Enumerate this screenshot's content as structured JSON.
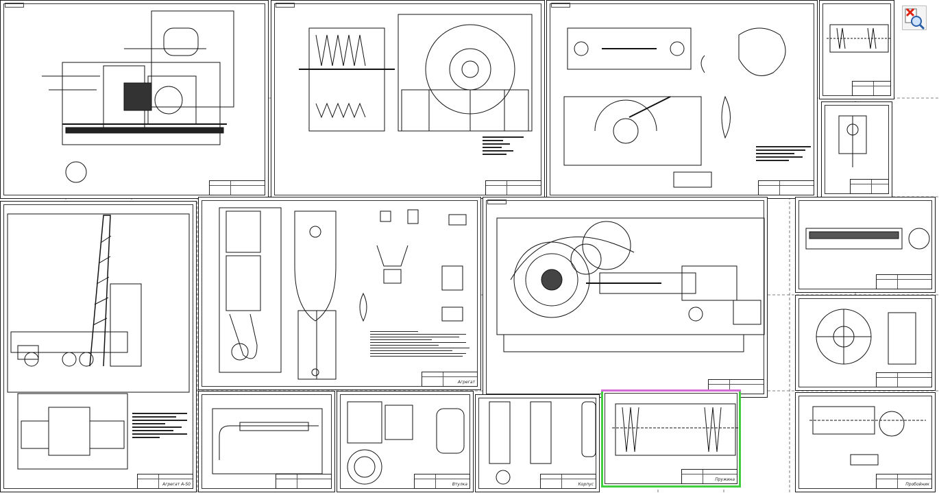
{
  "viewer": {
    "tool_button": {
      "icon": "print-preview-zoom-icon"
    }
  },
  "colors": {
    "selection_frame": "#3fcf3f",
    "selection_top_edge": "#d46ad4",
    "lines": "#1a1a1a",
    "background": "#ffffff"
  },
  "sheets": [
    {
      "id": "s1"
    },
    {
      "id": "s2"
    },
    {
      "id": "s3"
    },
    {
      "id": "s4"
    },
    {
      "id": "s5"
    },
    {
      "id": "s6"
    },
    {
      "id": "s7"
    },
    {
      "id": "s8"
    },
    {
      "id": "s9"
    },
    {
      "id": "s10"
    },
    {
      "id": "s11"
    },
    {
      "id": "s12"
    },
    {
      "id": "s13"
    },
    {
      "id": "s14"
    },
    {
      "id": "s15"
    }
  ],
  "title_blocks": {
    "s5": "Агрегат А-50",
    "s6": "Агрегат",
    "s10": "Втулка",
    "s11": "Корпус",
    "s12": "Пружина",
    "s15": "Пробойник"
  }
}
